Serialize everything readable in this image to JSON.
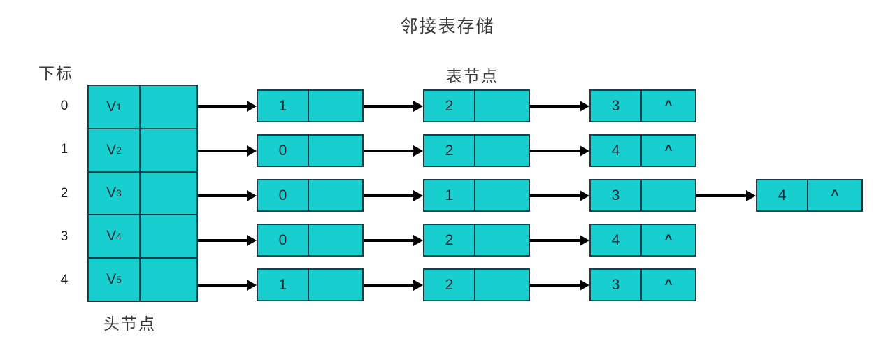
{
  "title": "邻接表存储",
  "captions": {
    "index": "下标",
    "head_node": "头节点",
    "list_node": "表节点"
  },
  "colors": {
    "node_fill": "#17cfcf",
    "node_border": "#16404a",
    "arrow": "#000000",
    "text": "#10303a",
    "caption_text": "#3a3a3a",
    "background": "#ffffff"
  },
  "null_marker": "^",
  "adjacency_list": {
    "indices": [
      "0",
      "1",
      "2",
      "3",
      "4"
    ],
    "rows": [
      {
        "index": "0",
        "vertex_label": "V",
        "vertex_subscript": "1",
        "nodes": [
          {
            "data": "1",
            "next": ""
          },
          {
            "data": "2",
            "next": ""
          },
          {
            "data": "3",
            "next": "^"
          }
        ]
      },
      {
        "index": "1",
        "vertex_label": "V",
        "vertex_subscript": "2",
        "nodes": [
          {
            "data": "0",
            "next": ""
          },
          {
            "data": "2",
            "next": ""
          },
          {
            "data": "4",
            "next": "^"
          }
        ]
      },
      {
        "index": "2",
        "vertex_label": "V",
        "vertex_subscript": "3",
        "nodes": [
          {
            "data": "0",
            "next": ""
          },
          {
            "data": "1",
            "next": ""
          },
          {
            "data": "3",
            "next": ""
          },
          {
            "data": "4",
            "next": "^"
          }
        ]
      },
      {
        "index": "3",
        "vertex_label": "V",
        "vertex_subscript": "4",
        "nodes": [
          {
            "data": "0",
            "next": ""
          },
          {
            "data": "2",
            "next": ""
          },
          {
            "data": "4",
            "next": "^"
          }
        ]
      },
      {
        "index": "4",
        "vertex_label": "V",
        "vertex_subscript": "5",
        "nodes": [
          {
            "data": "1",
            "next": ""
          },
          {
            "data": "2",
            "next": ""
          },
          {
            "data": "3",
            "next": "^"
          }
        ]
      }
    ]
  }
}
